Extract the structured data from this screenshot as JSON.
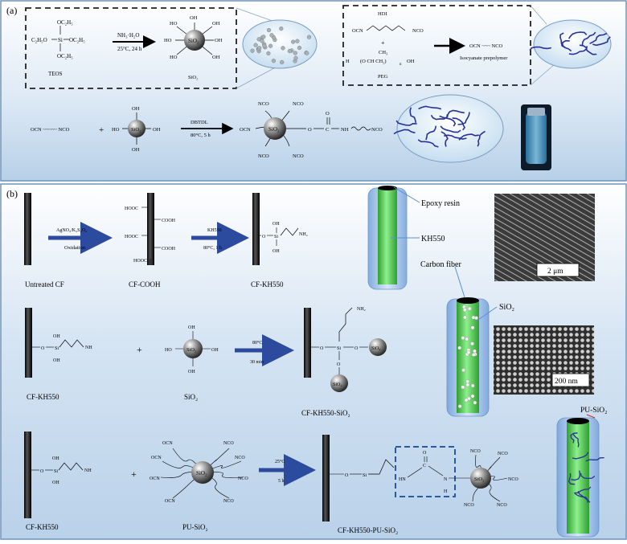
{
  "panel_a": {
    "label": "(a)",
    "teos": {
      "name": "TEOS",
      "left": "C₂H₅O",
      "top": "OC₂H₅",
      "right": "OC₂H₅",
      "bottom": "OC₂H₅",
      "center": "Si"
    },
    "step1": {
      "reagent": "NH₃·H₂O",
      "conditions": "25°C, 24 h"
    },
    "sio2_product": {
      "core": "SiO₂",
      "oh": "OH",
      "ho": "HO",
      "bottom": "SiO₂"
    },
    "hdi": {
      "name": "HDI",
      "left": "OCN",
      "right": "NCO",
      "plus": "+"
    },
    "peg": {
      "name": "PEG",
      "ch3": "CH₃",
      "h": "H",
      "chain": "(O  CH  CH₂)",
      "n": "n",
      "oh": "OH"
    },
    "prepolymer": {
      "formula": "OCN ~~~ NCO",
      "label": "Isocyanate prepolymer"
    },
    "reaction": {
      "reactant1": "OCN ~~~~~ NCO",
      "plus": "+",
      "sio2_core": "SiO₂",
      "oh": "OH",
      "ho": "HO",
      "catalyst": "DBTDL",
      "conditions": "80°C, 5 h",
      "product_core": "SiO₂",
      "nco": "NCO",
      "ocn": "OCN",
      "linkage_o": "O",
      "linkage_c": "C",
      "linkage_nh": "NH",
      "tail": "NCO"
    }
  },
  "panel_b": {
    "label": "(b)",
    "row1": {
      "step1_reagent": "AgNO₃/K₂S₂O₈",
      "step1_label": "Oxidation",
      "cooh": "COOH",
      "hooc": "HOOC",
      "step2_reagent": "KH550",
      "step2_conditions": "80°C, 1 h",
      "si": "Si",
      "o": "O",
      "oh": "OH",
      "nh2": "NH₂",
      "captions": [
        "Untreated CF",
        "CF-COOH",
        "CF-KH550"
      ]
    },
    "row2": {
      "o": "O",
      "si": "Si",
      "oh": "OH",
      "nh": "NH",
      "plus": "+",
      "sio2": "SiO₂",
      "ho": "HO",
      "step_temp": "80°C",
      "step_time": "30 min",
      "nh2": "NH₂",
      "captions": [
        "CF-KH550",
        "SiO₂",
        "CF-KH550-SiO₂"
      ]
    },
    "row3": {
      "plus": "+",
      "sio2": "SiO₂",
      "nco": "NCO",
      "ocn": "OCN",
      "step_temp": "25°C",
      "step_time": "5 h",
      "hn": "HN",
      "c": "C",
      "o": "O",
      "n": "N",
      "h": "H",
      "si": "Si",
      "captions": [
        "CF-KH550",
        "PU-SiO₂",
        "CF-KH550-PU-SiO₂"
      ]
    },
    "labels": {
      "epoxy": "Epoxy resin",
      "kh550": "KH550",
      "carbon_fiber": "Carbon fiber",
      "sio2": "SiO₂",
      "pu_sio2": "PU-SiO₂",
      "scale1": "2 μm",
      "scale2": "200 nm"
    }
  },
  "colors": {
    "background_top": "#ffffff",
    "background_bottom": "#bcd4ea",
    "border": "#6f93b8",
    "arrow_blue": "#2c4a9e",
    "fiber": "#1a1a1a",
    "kh550_green": "#5fd55f",
    "epoxy_blue": "#a7c8ef",
    "polymer_blue": "#27319a"
  }
}
